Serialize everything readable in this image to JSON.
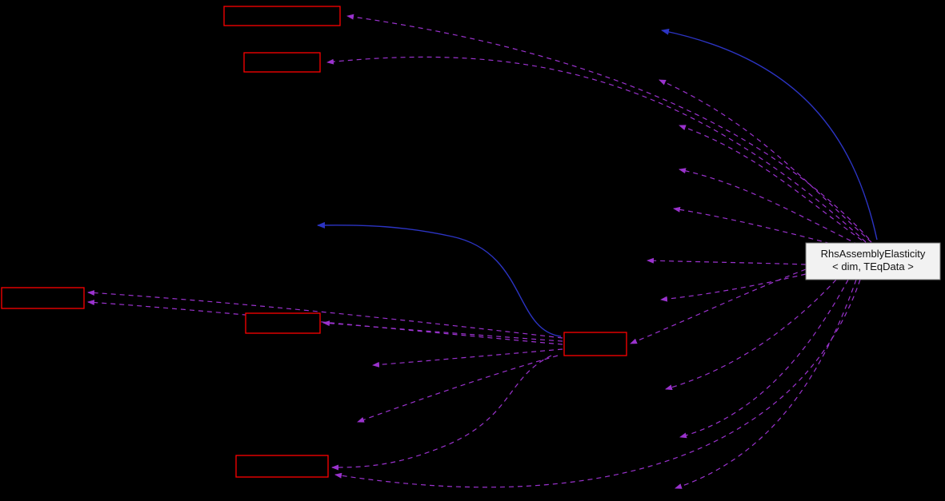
{
  "diagram": {
    "title": "collaboration-graph",
    "main_node": {
      "label_line1": "RhsAssemblyElasticity",
      "label_line2": "< dim, TEqData >"
    },
    "colors": {
      "background": "#000000",
      "red_node_border": "#ff0000",
      "main_node_fill": "#f2f2f2",
      "main_node_border": "#6f6f6f",
      "main_node_text": "#111111",
      "dashed_edge": "#9a32cd",
      "solid_edge": "#2c34c4"
    }
  }
}
